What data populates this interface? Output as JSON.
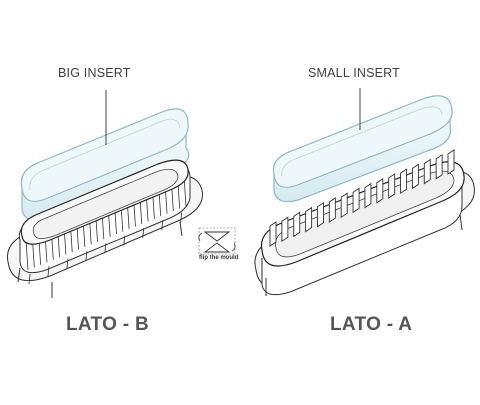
{
  "labels": {
    "big_insert": "BIG INSERT",
    "small_insert": "SMALL INSERT",
    "lato_b": "LATO - B",
    "lato_a": "LATO - A",
    "flip": "flip the mould"
  },
  "colors": {
    "insert_tint": "#dff0f5",
    "insert_stroke": "#8fb9c6",
    "line": "#333333",
    "text": "#3f3f3f"
  }
}
